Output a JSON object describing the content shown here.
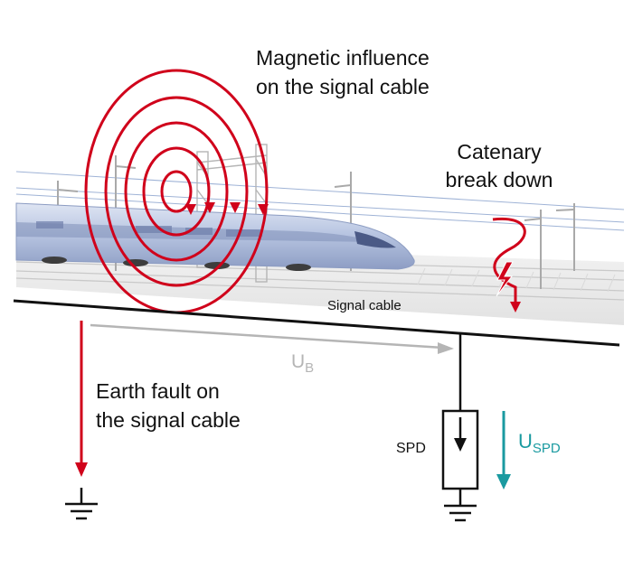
{
  "labels": {
    "magnetic_line1": "Magnetic influence",
    "magnetic_line2": "on the signal cable",
    "catenary_line1": "Catenary",
    "catenary_line2": "break down",
    "signal_cable": "Signal cable",
    "earth_fault_line1": "Earth fault on",
    "earth_fault_line2": "the signal cable",
    "spd": "SPD",
    "ub_main": "U",
    "ub_sub": "B",
    "uspd_main": "U",
    "uspd_sub": "SPD"
  },
  "colors": {
    "field_red": "#d0021b",
    "cable": "#111111",
    "ub_gray": "#b5b5b5",
    "uspd_teal": "#1a9aa0",
    "train_body": "#c3cee6"
  }
}
